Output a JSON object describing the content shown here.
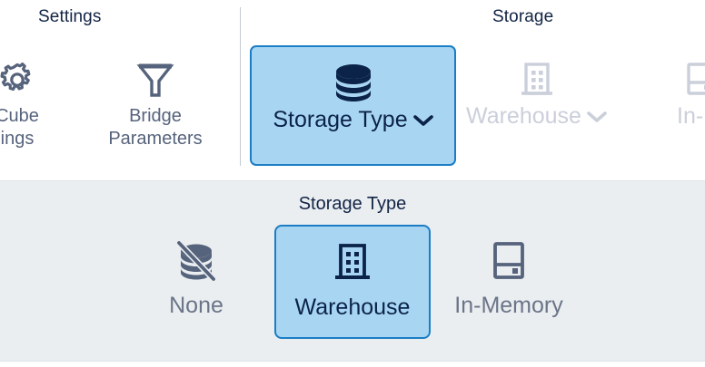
{
  "colors": {
    "ribbon_bg": "#ffffff",
    "panel_bg": "#eaeef1",
    "selected_fill": "#a8d6f2",
    "selected_border": "#1b7dc4",
    "icon_slate": "#56637c",
    "icon_navy": "#0c2349",
    "disabled_grey": "#cbcfda",
    "title_navy": "#122445",
    "separator": "#c3c9d4"
  },
  "ribbon": {
    "groups": [
      {
        "label": "Settings"
      },
      {
        "label": "Storage"
      }
    ],
    "tiles": [
      {
        "name": "cube-settings",
        "label": "Cube\nings",
        "label_line1": "Cube",
        "label_line2": "ings",
        "icon": "gear-icon",
        "state": "clipped"
      },
      {
        "name": "bridge-parameters",
        "label_line1": "Bridge",
        "label_line2": "Parameters",
        "icon": "funnel-icon",
        "state": "normal"
      },
      {
        "name": "storage-type",
        "label": "Storage Type",
        "icon": "database-icon",
        "chevron": "chevron-down-icon",
        "state": "selected"
      },
      {
        "name": "warehouse",
        "label": "Warehouse",
        "icon": "building-icon",
        "chevron": "chevron-down-icon",
        "state": "disabled"
      },
      {
        "name": "in-memory",
        "label": "In-M",
        "icon": "memory-icon",
        "state": "disabled-clipped"
      }
    ]
  },
  "panel": {
    "title": "Storage Type",
    "options": [
      {
        "name": "none",
        "label": "None",
        "icon": "database-slash-icon",
        "selected": false
      },
      {
        "name": "warehouse",
        "label": "Warehouse",
        "icon": "building-icon",
        "selected": true
      },
      {
        "name": "in-memory",
        "label": "In-Memory",
        "icon": "memory-icon",
        "selected": false
      }
    ]
  }
}
